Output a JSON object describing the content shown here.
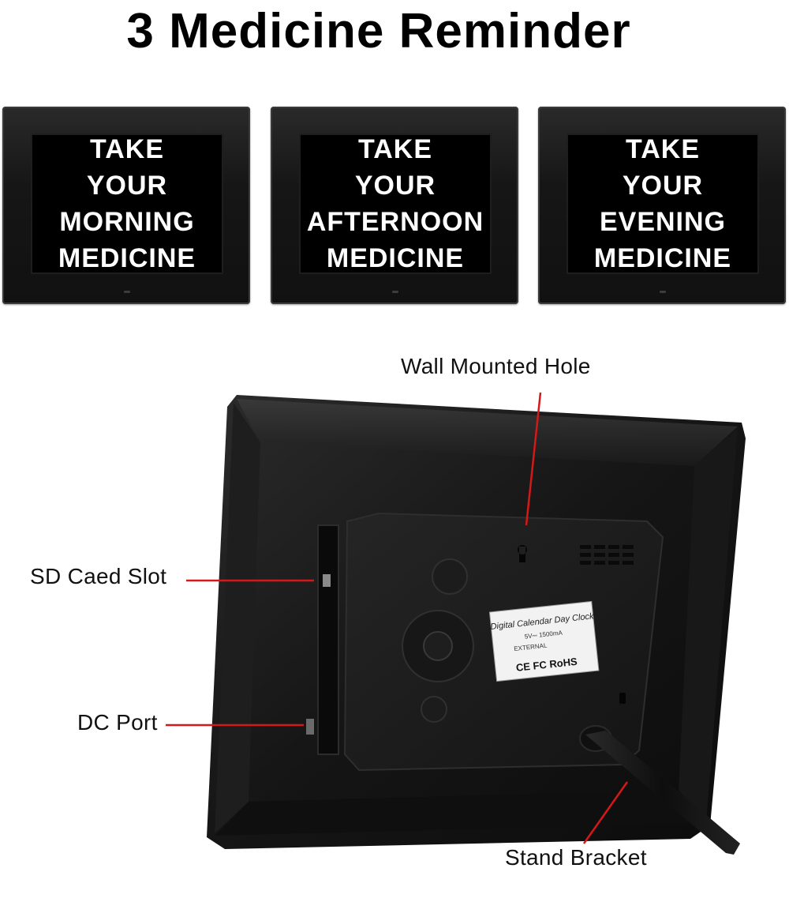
{
  "title": "3 Medicine Reminder",
  "frames": [
    {
      "lines": [
        "TAKE",
        "YOUR",
        "MORNING",
        "MEDICINE"
      ]
    },
    {
      "lines": [
        "TAKE",
        "YOUR",
        "AFTERNOON",
        "MEDICINE"
      ]
    },
    {
      "lines": [
        "TAKE",
        "YOUR",
        "EVENING",
        "MEDICINE"
      ]
    }
  ],
  "callouts": {
    "wall_mounted_hole": "Wall Mounted Hole",
    "sd_card_slot": "SD Caed Slot",
    "dc_port": "DC Port",
    "stand_bracket": "Stand Bracket"
  },
  "device_label": {
    "line1": "Digital Calendar Day Clock",
    "line2": "5V⎓ 1500mA",
    "line3": "EXTERNAL",
    "line4": "CE FC RoHS"
  },
  "colors": {
    "callout_line": "#d51818",
    "frame": "#111111",
    "screen_text": "#ffffff"
  }
}
